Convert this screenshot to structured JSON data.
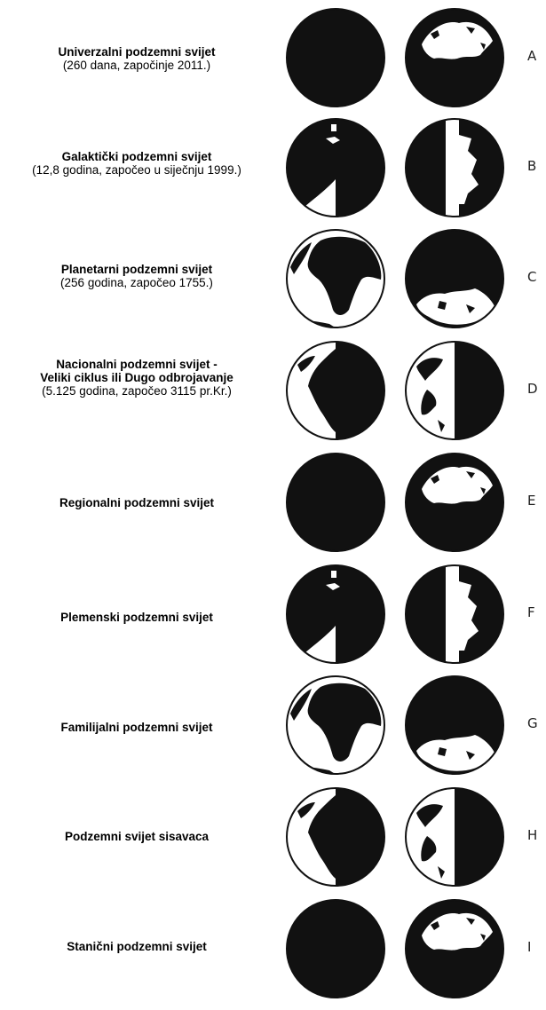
{
  "rows": [
    {
      "title": "Univerzalni podzemni svijet",
      "subtitle": "(260 dana, započinje 2011.)",
      "letter": "A",
      "left_view": "dark",
      "right_view": "north-pole"
    },
    {
      "title": "Galaktički podzemni svijet",
      "subtitle": "(12,8 godina, započeo u siječnju 1999.)",
      "letter": "B",
      "left_view": "half-lit-europe",
      "right_view": "half-lit-asia"
    },
    {
      "title": "Planetarni podzemni svijet",
      "subtitle": "(256 godina, započeo 1755.)",
      "letter": "C",
      "left_view": "africa-lit",
      "right_view": "south-pole"
    },
    {
      "title": "Nacionalni podzemni svijet -\nVeliki ciklus ili Dugo odbrojavanje",
      "subtitle": "(5.125 godina, započeo 3115 pr.Kr.)",
      "letter": "D",
      "left_view": "africa-half",
      "right_view": "americas-half"
    },
    {
      "title": "Regionalni podzemni svijet",
      "subtitle": "",
      "letter": "E",
      "left_view": "dark",
      "right_view": "north-pole"
    },
    {
      "title": "Plemenski podzemni svijet",
      "subtitle": "",
      "letter": "F",
      "left_view": "half-lit-europe",
      "right_view": "half-lit-asia"
    },
    {
      "title": "Familijalni podzemni svijet",
      "subtitle": "",
      "letter": "G",
      "left_view": "africa-lit",
      "right_view": "south-pole"
    },
    {
      "title": "Podzemni svijet sisavaca",
      "subtitle": "",
      "letter": "H",
      "left_view": "africa-half",
      "right_view": "americas-half"
    },
    {
      "title": "Stanični podzemni svijet",
      "subtitle": "",
      "letter": "I",
      "left_view": "dark",
      "right_view": "north-pole"
    }
  ],
  "colors": {
    "dark": "#111111",
    "light": "#ffffff"
  }
}
